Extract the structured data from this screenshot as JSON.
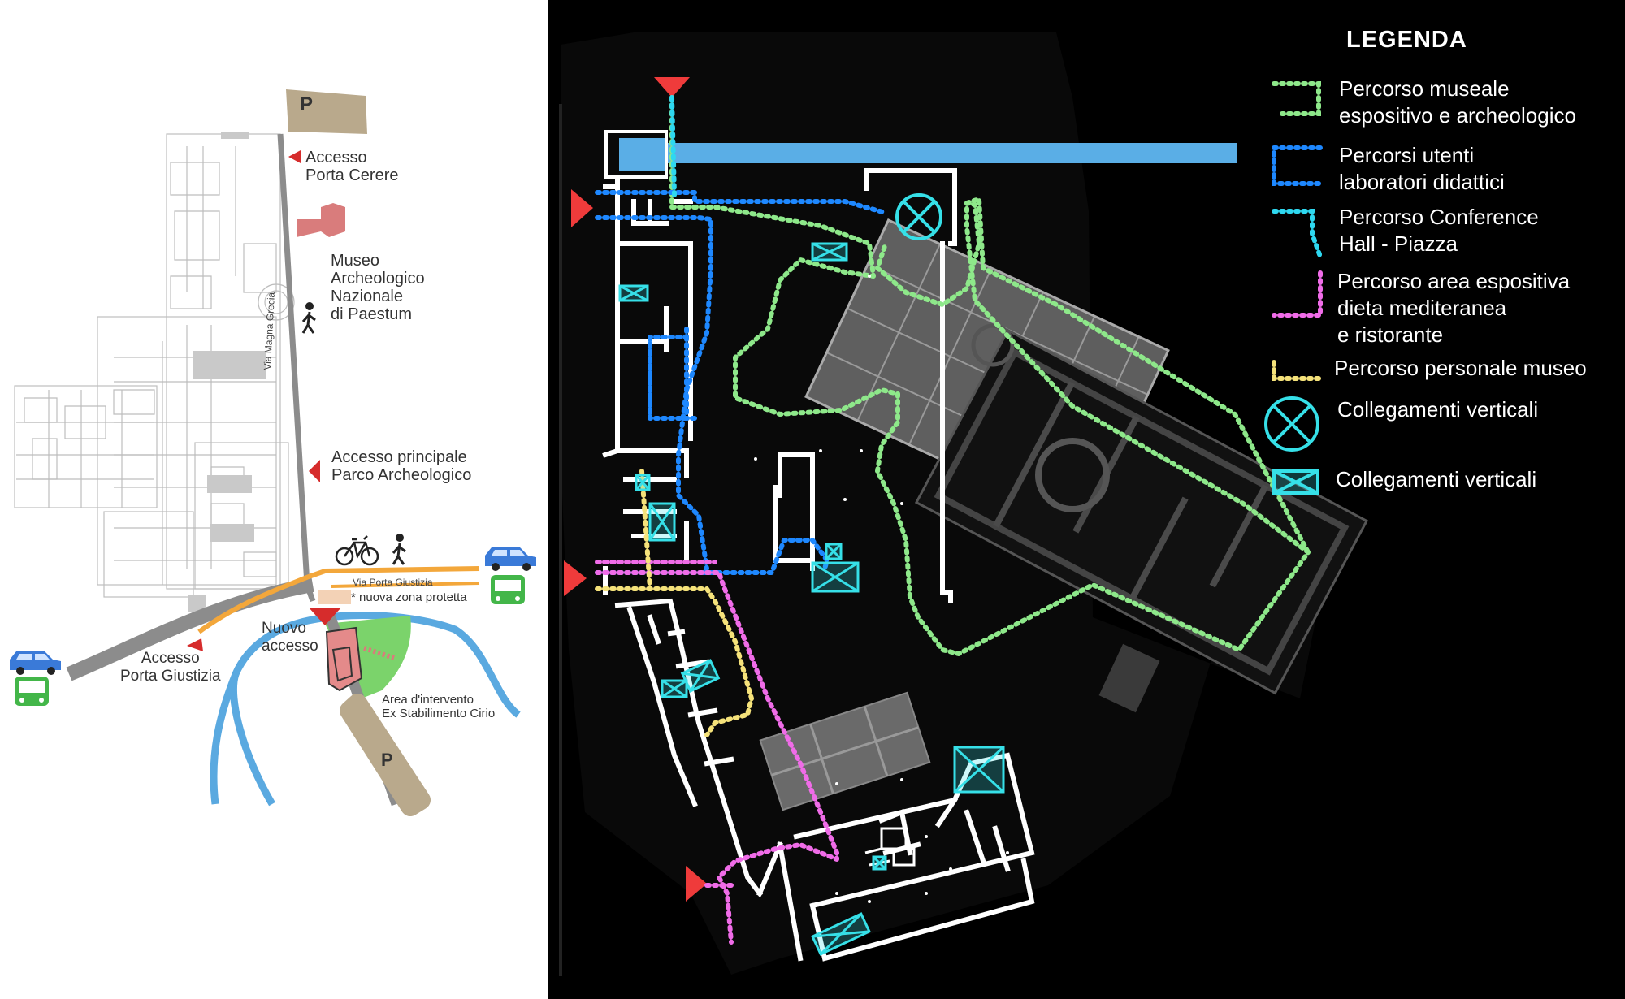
{
  "context_map": {
    "parking_label": "P",
    "labels": {
      "accesso_cerere": "Accesso\nPorta Cerere",
      "museo": "Museo\nArcheologico\nNazionale\ndi Paestum",
      "via_magna_grecia": "Via Magna Grecia",
      "accesso_principale": "Accesso principale\nParco Archeologico",
      "via_porta_giustizia": "Via Porta Giustizia",
      "zona_protetta": "* nuova zona protetta",
      "nuovo_accesso": "Nuovo\naccesso",
      "accesso_giustizia": "Accesso\nPorta Giustizia",
      "area_intervento": "Area d'intervento\nEx Stabilimento Cirio"
    },
    "colors": {
      "road": "#8c8c8c",
      "cycle_road": "#f3a73b",
      "river": "#5aa9e0",
      "parking": "#b9a98c",
      "museum": "#d97c7c",
      "green_area": "#7bd36b",
      "access_marker": "#d62c2c",
      "car": "#3a7ad8",
      "bus": "#43b649"
    }
  },
  "legend": {
    "title": "LEGENDA",
    "items": [
      {
        "label": "Percorso museale\nespositivo e archeologico",
        "symbol": "dotted-bracket-icon",
        "color": "#8ee88a"
      },
      {
        "label": "Percorsi utenti\nlaboratori didattici",
        "symbol": "dotted-bracket-icon",
        "color": "#1e88ff"
      },
      {
        "label": "Percorso Conference\nHall - Piazza",
        "symbol": "dotted-bracket-icon",
        "color": "#2ed8f0"
      },
      {
        "label": "Percorso area espositiva\ndieta mediteranea\ne ristorante",
        "symbol": "dotted-bracket-icon",
        "color": "#f06ce8"
      },
      {
        "label": "Percorso personale museo",
        "symbol": "dotted-bracket-icon",
        "color": "#f5e27a"
      },
      {
        "label": "Collegamenti verticali",
        "symbol": "circle-x-icon",
        "color": "#36e0e8"
      },
      {
        "label": "Collegamenti verticali",
        "symbol": "box-x-icon",
        "color": "#36e0e8"
      }
    ]
  },
  "plan": {
    "colors": {
      "walls": "#ffffff",
      "archaeology": "#7f7f7f",
      "canal": "#5aaee6",
      "entrance_marker": "#ef3b3b"
    }
  }
}
